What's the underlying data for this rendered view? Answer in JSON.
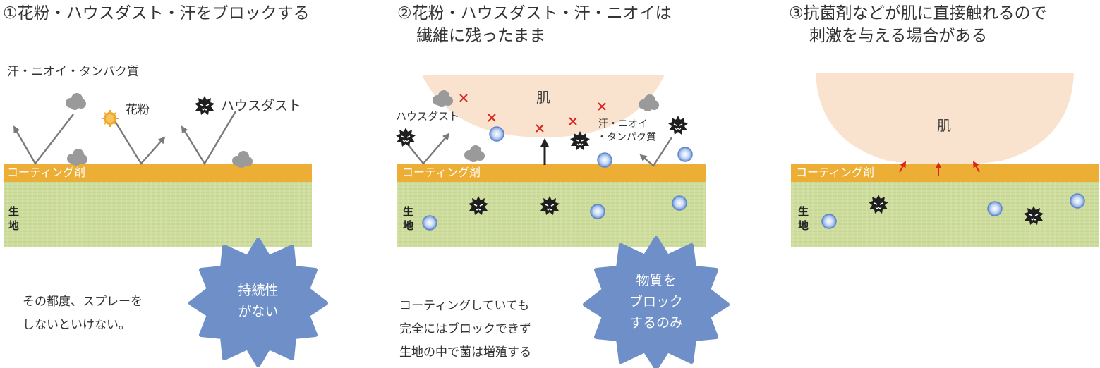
{
  "panels": [
    {
      "heading": "①花粉・ハウスダスト・汗をブロックする",
      "labels": {
        "sweat": "汗・ニオイ・タンパク質",
        "pollen": "花粉",
        "dust": "ハウスダスト"
      },
      "coating": "コーティング剤",
      "fabric": "生\n地",
      "note": "その都度、スプレーを\nしないといけない。",
      "burst": "持続性\nがない"
    },
    {
      "heading_line1": "②花粉・ハウスダスト・汗・ニオイは",
      "heading_line2": "繊維に残ったまま",
      "labels": {
        "skin": "肌",
        "dust": "ハウスダスト",
        "sweat_line1": "汗・ニオイ",
        "sweat_line2": "・タンパク質"
      },
      "coating": "コーティング剤",
      "fabric": "生\n地",
      "note": "コーティングしていても\n完全にはブロックできず\n生地の中で菌は増殖する",
      "burst": "物質を\nブロック\nするのみ"
    },
    {
      "heading_line1": "③抗菌剤などが肌に直接触れるので",
      "heading_line2": "刺激を与える場合がある",
      "labels": {
        "skin": "肌"
      },
      "coating": "コーティング剤",
      "fabric": "生\n地"
    }
  ],
  "colors": {
    "coating": "#EDAE35",
    "fabric": "#CFDD9F",
    "skin": "#F9E3CE",
    "burst": "#6E8FC8",
    "germ": "#1E1E1E",
    "cloud": "#9A9A9A",
    "pollen": "#F0A82A",
    "antibacterial": "#8FB2E6",
    "arrow_gray": "#7A7A7A",
    "cross": "#D9261C",
    "irritation": "#D9261C"
  },
  "icons": [
    "germ-icon",
    "cloud-icon",
    "pollen-icon",
    "antibacterial-icon",
    "cross-icon",
    "burst-shape"
  ]
}
